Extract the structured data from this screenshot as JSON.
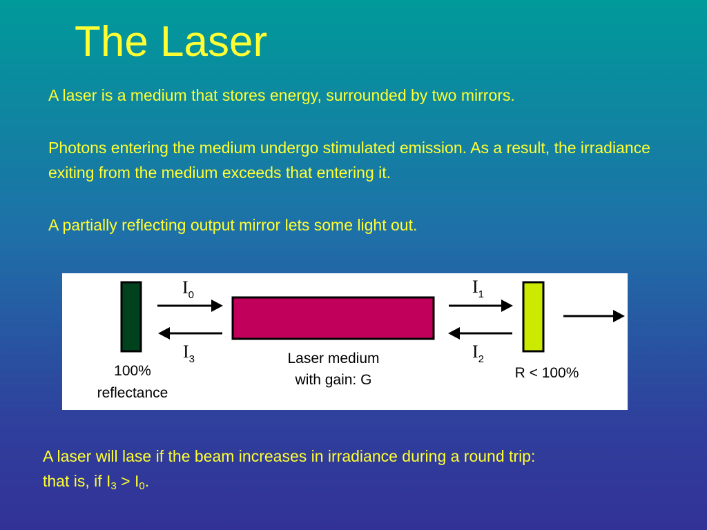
{
  "slide": {
    "title": "The Laser",
    "paragraphs": [
      "A laser is a medium that stores energy, surrounded by two mirrors.",
      "Photons entering the medium undergo stimulated emission.  As a result, the irradiance exiting from the medium exceeds that entering it.",
      "A partially reflecting output mirror lets some light out."
    ]
  },
  "diagram": {
    "left_mirror_label_1": "100%",
    "left_mirror_label_2": "reflectance",
    "medium_label_1": "Laser medium",
    "medium_label_2": "with gain: G",
    "right_mirror_label": "R < 100%",
    "i0": {
      "letter": "I",
      "sub": "0"
    },
    "i1": {
      "letter": "I",
      "sub": "1"
    },
    "i2": {
      "letter": "I",
      "sub": "2"
    },
    "i3": {
      "letter": "I",
      "sub": "3"
    },
    "colors": {
      "left_mirror": "#00421e",
      "medium": "#c0005a",
      "right_mirror": "#ccea00"
    }
  },
  "footer": {
    "line1": "A laser will lase if the beam increases in irradiance during a round trip:",
    "line2_prefix": "that is, if I",
    "sub_a": "3",
    "line2_mid": " > I",
    "sub_b": "0",
    "line2_suffix": "."
  }
}
